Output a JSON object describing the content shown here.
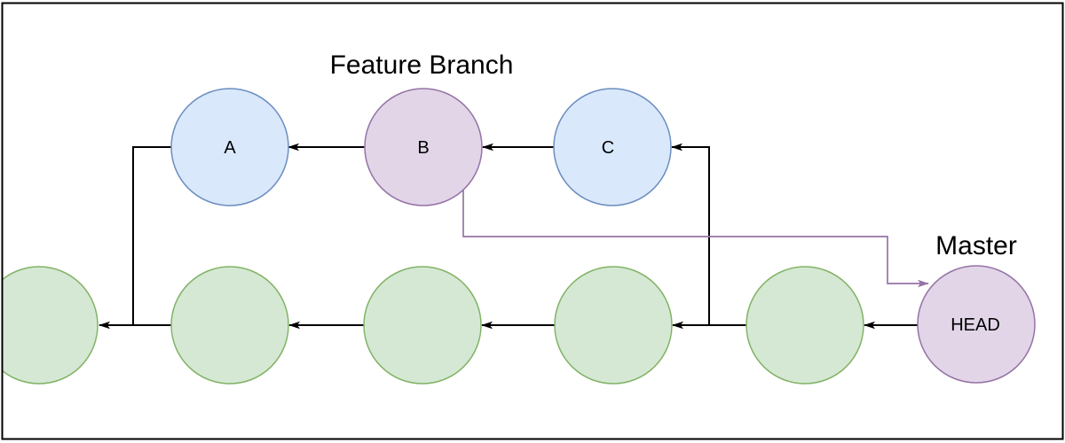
{
  "diagram": {
    "type": "git-branching-diagram",
    "background": "#ffffff",
    "frame_color": "#000000",
    "titles": {
      "feature_branch": "Feature Branch",
      "master": "Master"
    },
    "colors": {
      "blue_fill": "#dae8fc",
      "blue_stroke": "#6c8ebf",
      "green_fill": "#d5e8d4",
      "green_stroke": "#82b366",
      "purple_fill": "#e1d5e7",
      "purple_stroke": "#9673a6",
      "edge": "#000000",
      "merge_edge": "#9673a6",
      "label_color": "#000000"
    },
    "feature_branch": {
      "title": "Feature Branch",
      "commits": [
        {
          "label": "A",
          "style": "blue"
        },
        {
          "label": "B",
          "style": "purple"
        },
        {
          "label": "C",
          "style": "blue"
        }
      ]
    },
    "master": {
      "title": "Master",
      "commits": [
        {
          "label": "",
          "style": "green"
        },
        {
          "label": "",
          "style": "green"
        },
        {
          "label": "",
          "style": "green"
        },
        {
          "label": "",
          "style": "green"
        },
        {
          "label": "",
          "style": "green"
        },
        {
          "label": "HEAD",
          "style": "purple"
        }
      ]
    },
    "edges": [
      {
        "from": "commit-b",
        "to": "commit-a",
        "style": "black-arrow"
      },
      {
        "from": "commit-c",
        "to": "commit-b",
        "style": "black-arrow"
      },
      {
        "from": "master-4-5-junction",
        "to": "commit-c",
        "style": "black-arrow"
      },
      {
        "from": "commit-a",
        "to": "master-1-2-junction",
        "style": "black-line"
      },
      {
        "from": "master-commit-2",
        "to": "master-commit-1",
        "style": "black-arrow"
      },
      {
        "from": "master-commit-3",
        "to": "master-commit-2",
        "style": "black-arrow"
      },
      {
        "from": "master-commit-4",
        "to": "master-commit-3",
        "style": "black-arrow"
      },
      {
        "from": "master-commit-5",
        "to": "master-commit-4",
        "style": "black-arrow"
      },
      {
        "from": "head-commit",
        "to": "master-commit-5",
        "style": "black-arrow"
      },
      {
        "from": "commit-b",
        "to": "head-commit",
        "style": "purple-arrow"
      }
    ]
  }
}
